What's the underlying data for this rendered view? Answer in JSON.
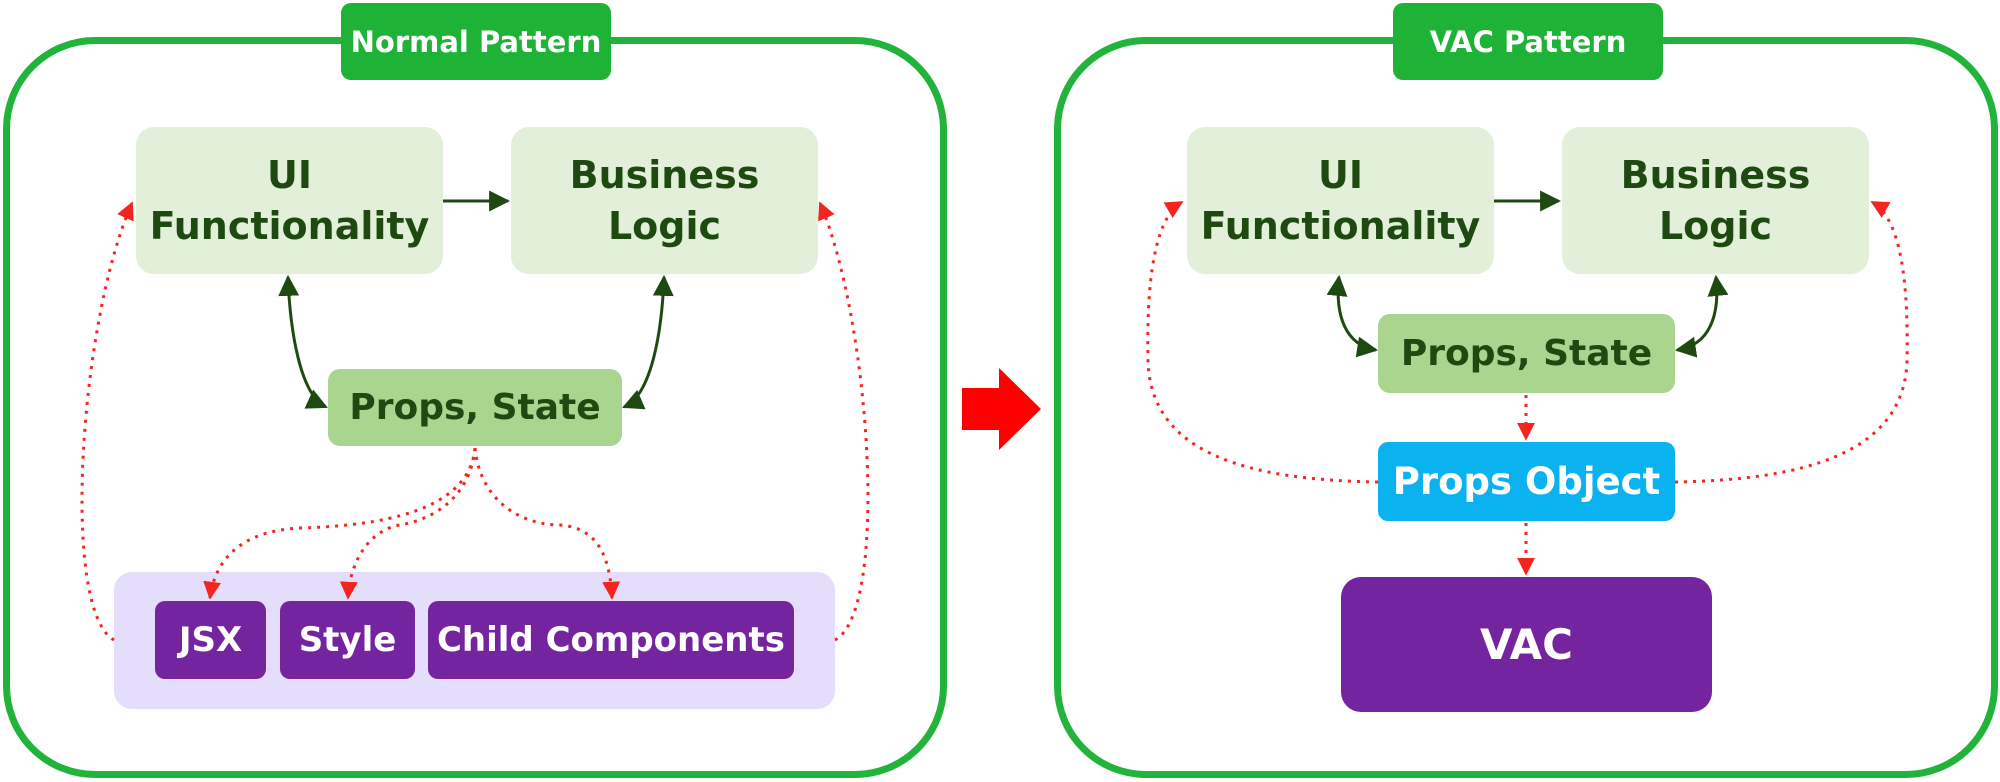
{
  "left": {
    "title": "Normal Pattern",
    "ui_line1": "UI",
    "ui_line2": "Functionality",
    "bl_line1": "Business",
    "bl_line2": "Logic",
    "props_state": "Props, State",
    "chips": [
      "JSX",
      "Style",
      "Child Components"
    ]
  },
  "right": {
    "title": "VAC Pattern",
    "ui_line1": "UI",
    "ui_line2": "Functionality",
    "bl_line1": "Business",
    "bl_line2": "Logic",
    "props_state": "Props, State",
    "props_object": "Props Object",
    "vac": "VAC"
  },
  "colors": {
    "frame_green": "#22b33a",
    "light_green": "#e2f0d9",
    "mid_green": "#a9d58f",
    "purple": "#7524a0",
    "lavender": "#e4ddfc",
    "blue": "#0ab2f0",
    "dotted_red": "#f4241f",
    "arrow_red": "#ff0000"
  }
}
